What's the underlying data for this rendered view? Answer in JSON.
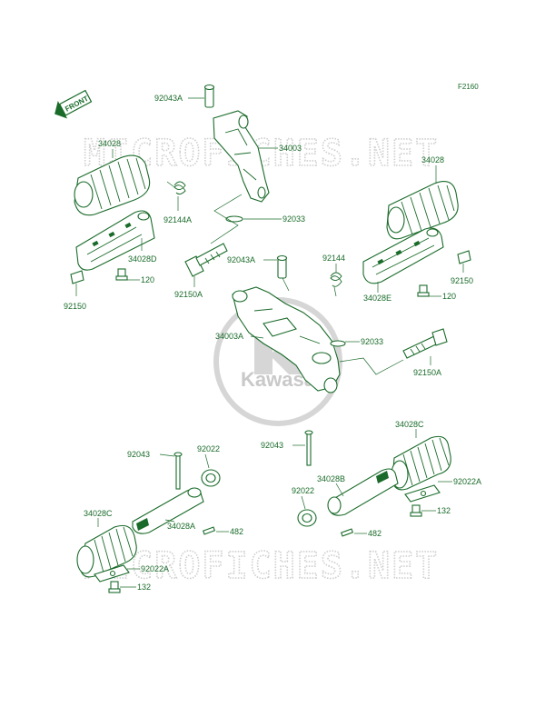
{
  "figure_code": "F2160",
  "front_label": "FRONT",
  "watermark_text": "MICROFICHES.NET",
  "logo_text": "Kawasaki",
  "colors": {
    "line": "#1a6b2a",
    "watermark": "#cfcfcf",
    "background": "#ffffff"
  },
  "labels": {
    "p92043A_top": "92043A",
    "p34003_top": "34003",
    "p34028_left": "34028",
    "p92144A": "92144A",
    "p92033_top": "92033",
    "p34028D": "34028D",
    "p120_left": "120",
    "p92150_left": "92150",
    "p92150A_top": "92150A",
    "p34028_right": "34028",
    "p92144": "92144",
    "p92043A_mid": "92043A",
    "p92150_right": "92150",
    "p34028E": "34028E",
    "p120_right": "120",
    "p34003A": "34003A",
    "p92033_mid": "92033",
    "p92150A_mid": "92150A",
    "p92043_left": "92043",
    "p92022_left": "92022",
    "p34028A": "34028A",
    "p482_left": "482",
    "p34028C_left": "34028C",
    "p92022A_left": "92022A",
    "p132_left": "132",
    "p92043_right": "92043",
    "p34028C_right": "34028C",
    "p34028B": "34028B",
    "p92022_right": "92022",
    "p92022A_right": "92022A",
    "p132_right": "132",
    "p482_right": "482"
  }
}
